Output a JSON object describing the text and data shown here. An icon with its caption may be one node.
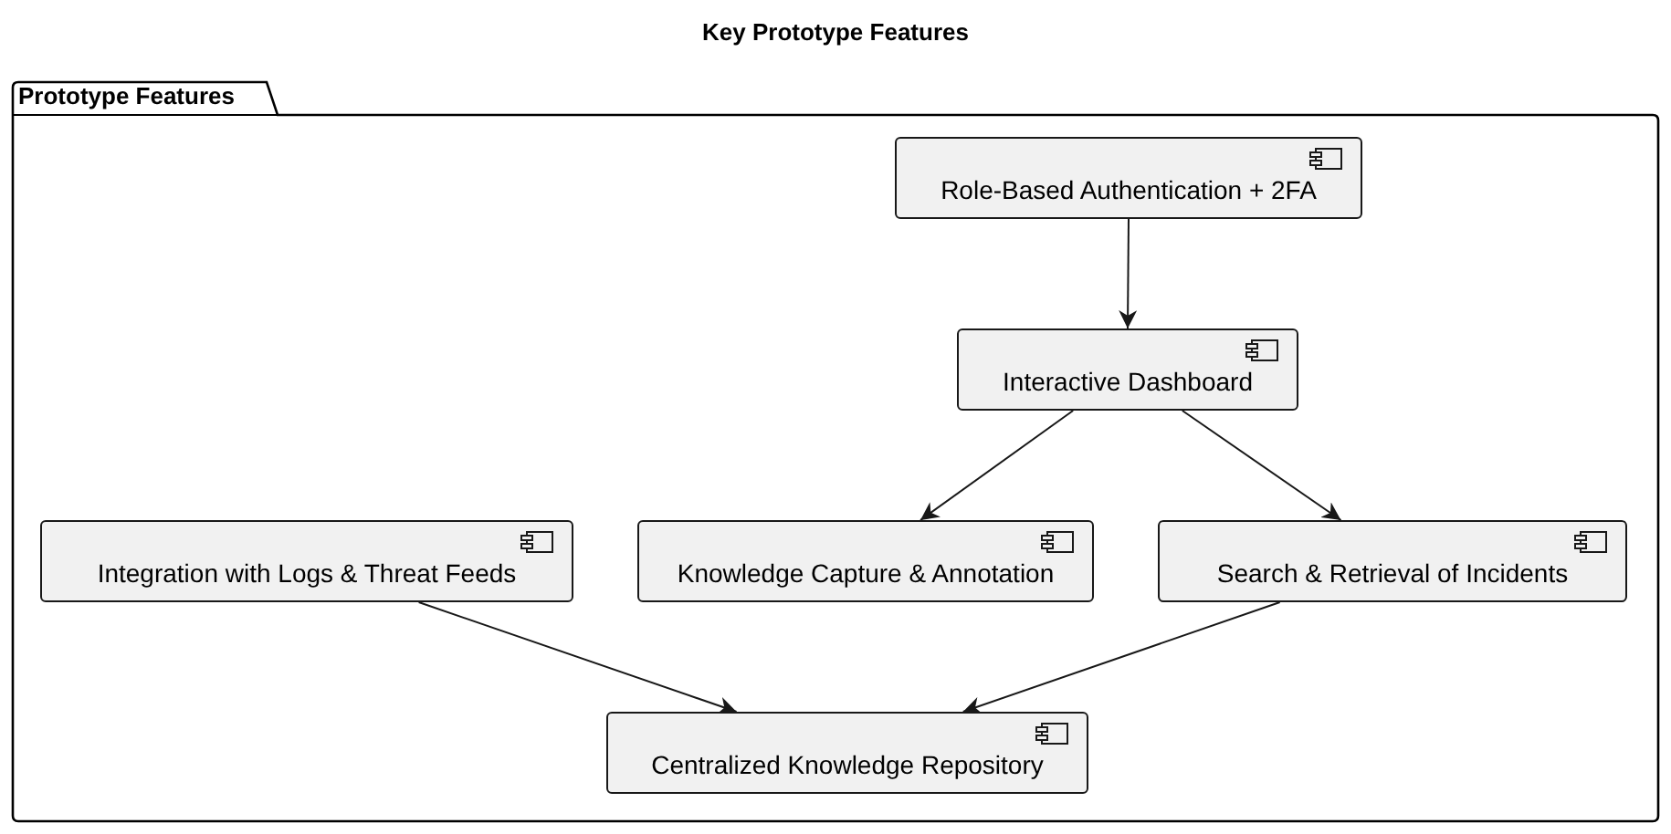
{
  "diagram": {
    "title": "Key Prototype Features",
    "nodes": [
      {
        "text": [
          "Prototype Features"
        ]
      },
      {
        "text": [
          "Role-Based Authentication + 2FA"
        ],
        "in": 0
      },
      {
        "text": [
          "Interactive Dashboard"
        ],
        "in": 0
      },
      {
        "text": [
          "Integration with Logs & Threat Feeds"
        ],
        "in": 0
      },
      {
        "text": [
          "Knowledge Capture & Annotation"
        ],
        "in": 0
      },
      {
        "text": [
          "Search & Retrieval of Incidents"
        ],
        "in": 0
      },
      {
        "text": [
          "Centralized Knowledge Repository"
        ],
        "in": 0
      }
    ],
    "edges": [
      {
        "from": 1,
        "to": 2,
        "arrow": "to"
      },
      {
        "from": 2,
        "to": 4,
        "arrow": "to"
      },
      {
        "from": 2,
        "to": 5,
        "arrow": "to"
      },
      {
        "from": 3,
        "to": 6,
        "arrow": "to"
      },
      {
        "from": 5,
        "to": 6,
        "arrow": "to"
      }
    ]
  }
}
